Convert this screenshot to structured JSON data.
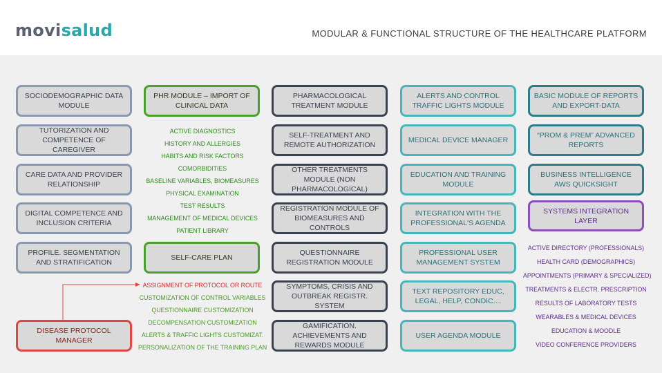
{
  "header": {
    "logo_part1": "movi",
    "logo_part2": "salud",
    "title": "MODULAR & FUNCTIONAL STRUCTURE OF THE HEALTHCARE PLATFORM"
  },
  "colors": {
    "gray_blue": "#8899b0",
    "green": "#4aa02c",
    "dark": "#3a4252",
    "teal": "#45b6b9",
    "dark_teal": "#2f7b88",
    "purple": "#8a50b8",
    "red": "#e04646",
    "box_fill": "#d9d9d9"
  },
  "columns": {
    "col1": [
      "SOCIODEMOGRAPHIC DATA MODULE",
      "TUTORIZATION AND COMPETENCE OF CAREGIVER",
      "CARE DATA AND PROVIDER RELATIONSHIP",
      "DIGITAL COMPETENCE AND INCLUSION CRITERIA",
      "PROFILE. SEGMENTATION AND STRATIFICATION"
    ],
    "col2_top": "PHR MODULE – IMPORT OF CLINICAL DATA",
    "col2_list": [
      "ACTIVE DIAGNOSTICS",
      "HISTORY AND ALLERGIES",
      "HABITS AND RISK FACTORS",
      "COMORBIDITIES",
      "BASELINE VARIABLES, BIOMEASURES",
      "PHYSICAL EXAMINATION",
      "TEST RESULTS",
      "MANAGEMENT OF MEDICAL DEVICES",
      "PATIENT LIBRARY"
    ],
    "col2_selfcare": "SELF-CARE PLAN",
    "col2_protocol_list": [
      "ASSIGNMENT OF PROTOCOL OR ROUTE",
      "CUSTOMIZATION OF CONTROL VARIABLES",
      "QUESTIONNAIRE CUSTOMIZATION",
      "DECOMPENSATION CUSTOMIZATION",
      "ALERTS & TRAFFIC LIGHTS CUSTOMIZAT.",
      "PERSONALIZATION OF THE TRAINING PLAN"
    ],
    "disease_protocol": "DISEASE PROTOCOL MANAGER",
    "col3": [
      "PHARMACOLOGICAL TREATMENT MODULE",
      "SELF-TREATMENT AND REMOTE AUTHORIZATION",
      "OTHER TREATMENTS MODULE (NON PHARMACOLOGICAL)",
      "REGISTRATION MODULE OF BIOMEASURES AND CONTROLS",
      "QUESTIONNAIRE REGISTRATION MODULE",
      "SYMPTOMS, CRISIS AND OUTBREAK REGISTR. SYSTEM",
      "GAMIFICATION. ACHIEVEMENTS AND REWARDS MODULE"
    ],
    "col4": [
      "ALERTS AND CONTROL TRAFFIC LIGHTS MODULE",
      "MEDICAL DEVICE MANAGER",
      "EDUCATION AND TRAINING MODULE",
      "INTEGRATION WITH THE PROFESSIONAL'S AGENDA",
      "PROFESSIONAL USER MANAGEMENT SYSTEM",
      "TEXT REPOSITORY EDUC, LEGAL, HELP, CONDIC....",
      "USER AGENDA MODULE"
    ],
    "col5": [
      "BASIC MODULE OF REPORTS AND EXPORT-DATA",
      "“PROM & PREM” ADVANCED REPORTS",
      "BUSINESS INTELLIGENCE AWS QUICKSIGHT"
    ],
    "col5_integration": "SYSTEMS INTEGRATION LAYER",
    "col5_list": [
      "ACTIVE DIRECTORY (PROFESSIONALS)",
      "HEALTH CARD (DEMOGRAPHICS)",
      "APPOINTMENTS (PRIMARY & SPECIALIZED)",
      "TREATMENTS & ELECTR. PRESCRIPTION",
      "RESULTS OF LABORATORY TESTS",
      "WEARABLES & MEDICAL DEVICES",
      "EDUCATION & MOODLE",
      "VIDEO CONFERENCE PROVIDERS"
    ]
  }
}
